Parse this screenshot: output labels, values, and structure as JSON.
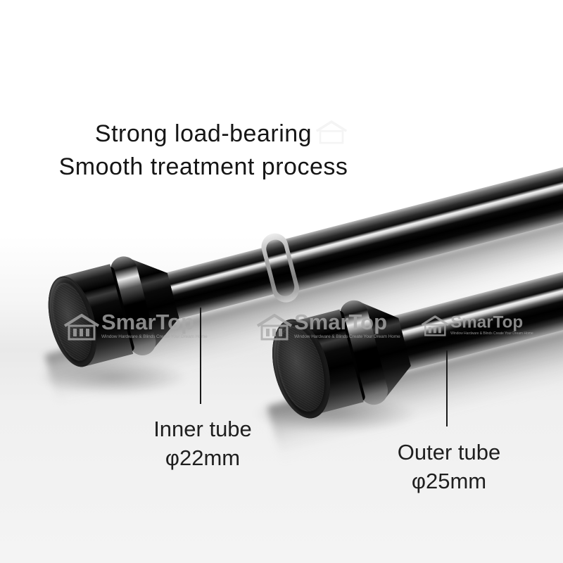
{
  "heading": {
    "line1": "Strong load-bearing",
    "line2": "Smooth treatment process"
  },
  "annotations": {
    "inner_tube": {
      "label": "Inner tube",
      "diameter": "φ22mm"
    },
    "outer_tube": {
      "label": "Outer tube",
      "diameter": "φ25mm"
    }
  },
  "watermark": {
    "brand": "SmarTop",
    "tagline": "Window Hardware & Blinds Create Your Dream Home",
    "icon": "house-with-blinds"
  },
  "colors": {
    "background_top": "#ffffff",
    "background_band": "#e9e9e9",
    "tube_black": "#0a0a0a",
    "tube_highlight": "#f3f3f3",
    "joint_ring_gray": "#b5b5b5",
    "text": "#1f1f1f",
    "watermark_gray": "#a9a9a9"
  }
}
